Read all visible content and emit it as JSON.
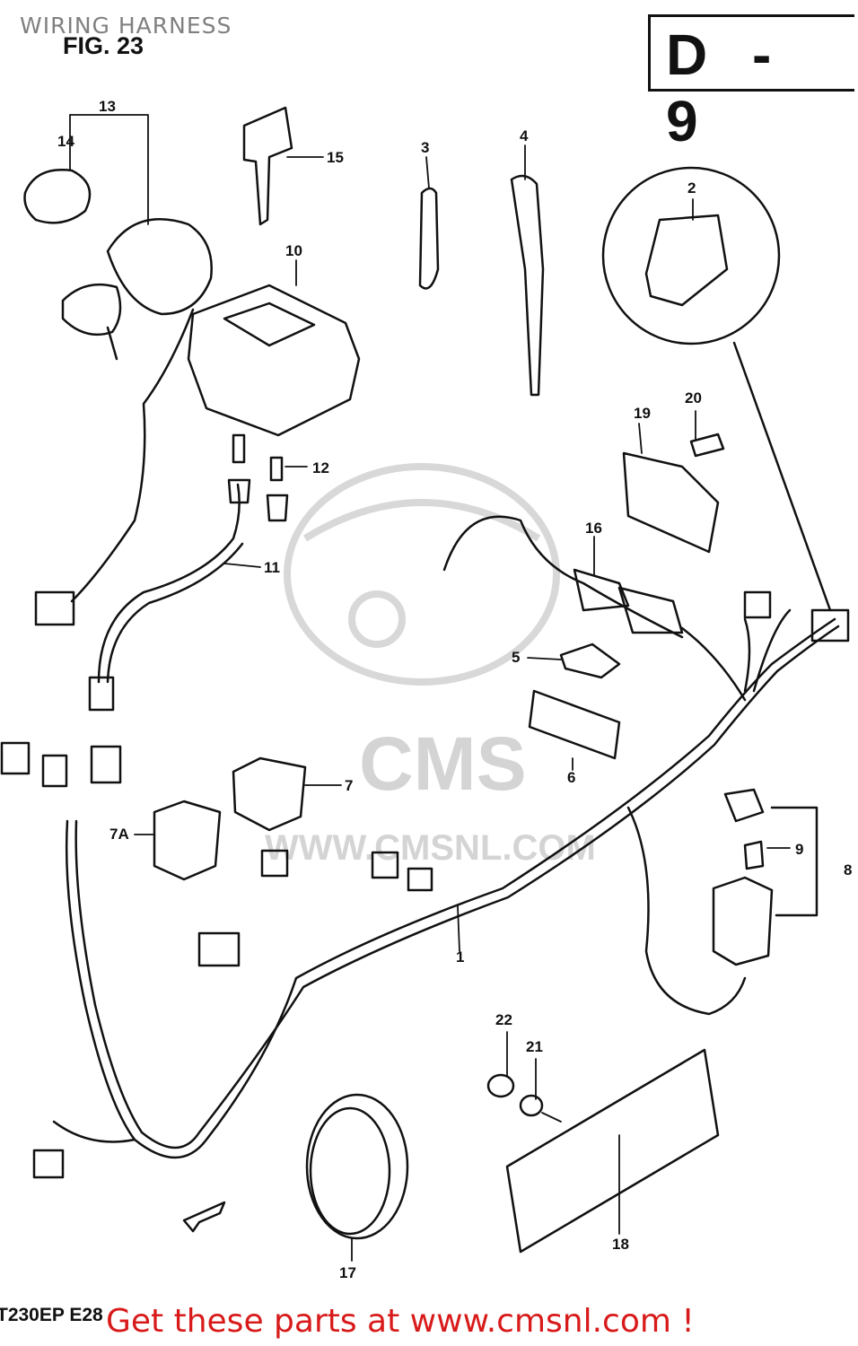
{
  "header": {
    "title": "WIRING HARNESS",
    "figure": "FIG. 23",
    "section_code": "D - 9",
    "model": "T230EP E28"
  },
  "watermark": {
    "brand": "CMS",
    "url": "WWW.CMSNL.COM",
    "color": "#cfcfcf"
  },
  "footer": {
    "cta": "Get these parts at www.cmsnl.com !",
    "cta_color": "#d81a1a"
  },
  "part_numbers": {
    "p1": "1",
    "p2": "2",
    "p3": "3",
    "p4": "4",
    "p5": "5",
    "p6": "6",
    "p7": "7",
    "p7a": "7A",
    "p8": "8",
    "p9": "9",
    "p10": "10",
    "p11": "11",
    "p12": "12",
    "p13": "13",
    "p14": "14",
    "p15": "15",
    "p16": "16",
    "p17": "17",
    "p18": "18",
    "p19": "19",
    "p20": "20",
    "p21": "21",
    "p22": "22"
  }
}
